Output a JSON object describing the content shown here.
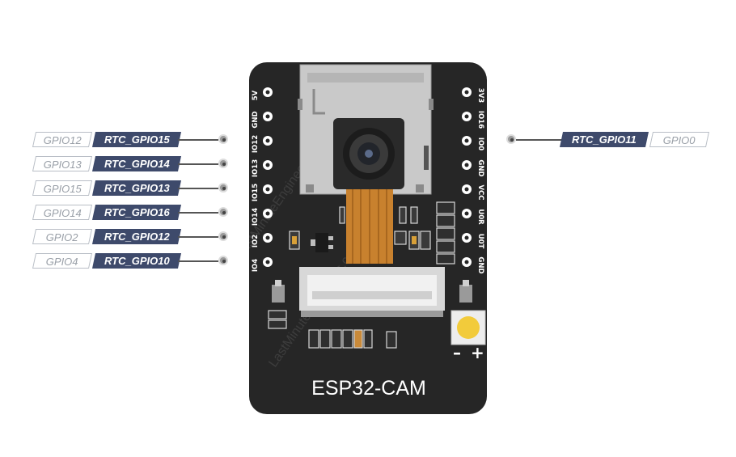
{
  "board": {
    "name": "ESP32-CAM",
    "watermark": "LastMinuteEngineers.com",
    "minus_sign": "–",
    "plus_sign": "+"
  },
  "left_header": {
    "pins": [
      "5V",
      "GND",
      "IO12",
      "IO13",
      "IO15",
      "IO14",
      "IO2",
      "IO4"
    ]
  },
  "right_header": {
    "pins": [
      "3V3",
      "IO16",
      "IO0",
      "GND",
      "VCC",
      "U0R",
      "U0T",
      "GND"
    ]
  },
  "left_labels": [
    {
      "gpio": "GPIO12",
      "rtc": "RTC_GPIO15"
    },
    {
      "gpio": "GPIO13",
      "rtc": "RTC_GPIO14"
    },
    {
      "gpio": "GPIO15",
      "rtc": "RTC_GPIO13"
    },
    {
      "gpio": "GPIO14",
      "rtc": "RTC_GPIO16"
    },
    {
      "gpio": "GPIO2",
      "rtc": "RTC_GPIO12"
    },
    {
      "gpio": "GPIO4",
      "rtc": "RTC_GPIO10"
    }
  ],
  "right_labels": [
    {
      "rtc": "RTC_GPIO11",
      "gpio": "GPIO0"
    }
  ],
  "colors": {
    "board": "#262626",
    "rtc_badge": "#3e4a6b",
    "gpio_text": "#9aa0a8",
    "sd_slot": "#c9c9c9",
    "ribbon": "#c8812e",
    "flash_led": "#f2cb3b"
  }
}
